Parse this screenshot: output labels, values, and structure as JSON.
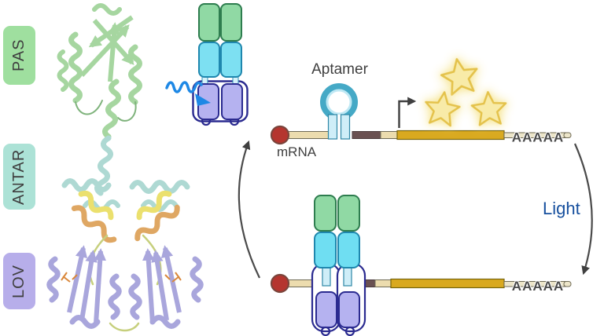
{
  "figure": {
    "title_hint": "Light-regulated PAS-ANTAR-LOV receptor controlling mRNA aptamer",
    "domain_labels": [
      {
        "name": "PAS",
        "color": "#9fdf9f"
      },
      {
        "name": "ANTAR",
        "color": "#ace2d6"
      },
      {
        "name": "LOV",
        "color": "#b7aeea"
      }
    ],
    "annotations": {
      "aptamer": "Aptamer",
      "mrna": "mRNA",
      "light": "Light",
      "polya": "AAAAA"
    },
    "icons": {
      "light_wave_arrow": "wavy-blue-photon-arrow",
      "protein_product": "glowing-star",
      "five_prime_cap": "red-circle",
      "transcription_start": "bent-right-arrow",
      "cycle": "curved-arrows"
    },
    "colors": {
      "pas_block": "#90d9a4",
      "pas_block_border": "#2e7d4f",
      "antar_block": "#7de0f2",
      "antar_block_border": "#1f87ae",
      "lov_block": "#b5b2f0",
      "lov_outline": "#2b2b90",
      "aptamer_ring": "#45a9c6",
      "aptamer_stem_fill": "#cfeef8",
      "mrna_utr": "#ecdcae",
      "mrna_dark_segment": "#6a5152",
      "mrna_cds": "#d9a91f",
      "five_prime_cap": "#b5352f",
      "star_fill": "#f8eba8",
      "star_border": "#e4c24b",
      "light_wave_arrow": "#1e88e5",
      "light_text": "#17509e",
      "cycle_arrow": "#4a4a4a",
      "ribbon_pas": "#a6d6a0",
      "ribbon_antar": "#aed9d3",
      "ribbon_yellow": "#ebe06e",
      "ribbon_orange": "#dfa763",
      "ribbon_lov": "#a9a6dc"
    }
  }
}
